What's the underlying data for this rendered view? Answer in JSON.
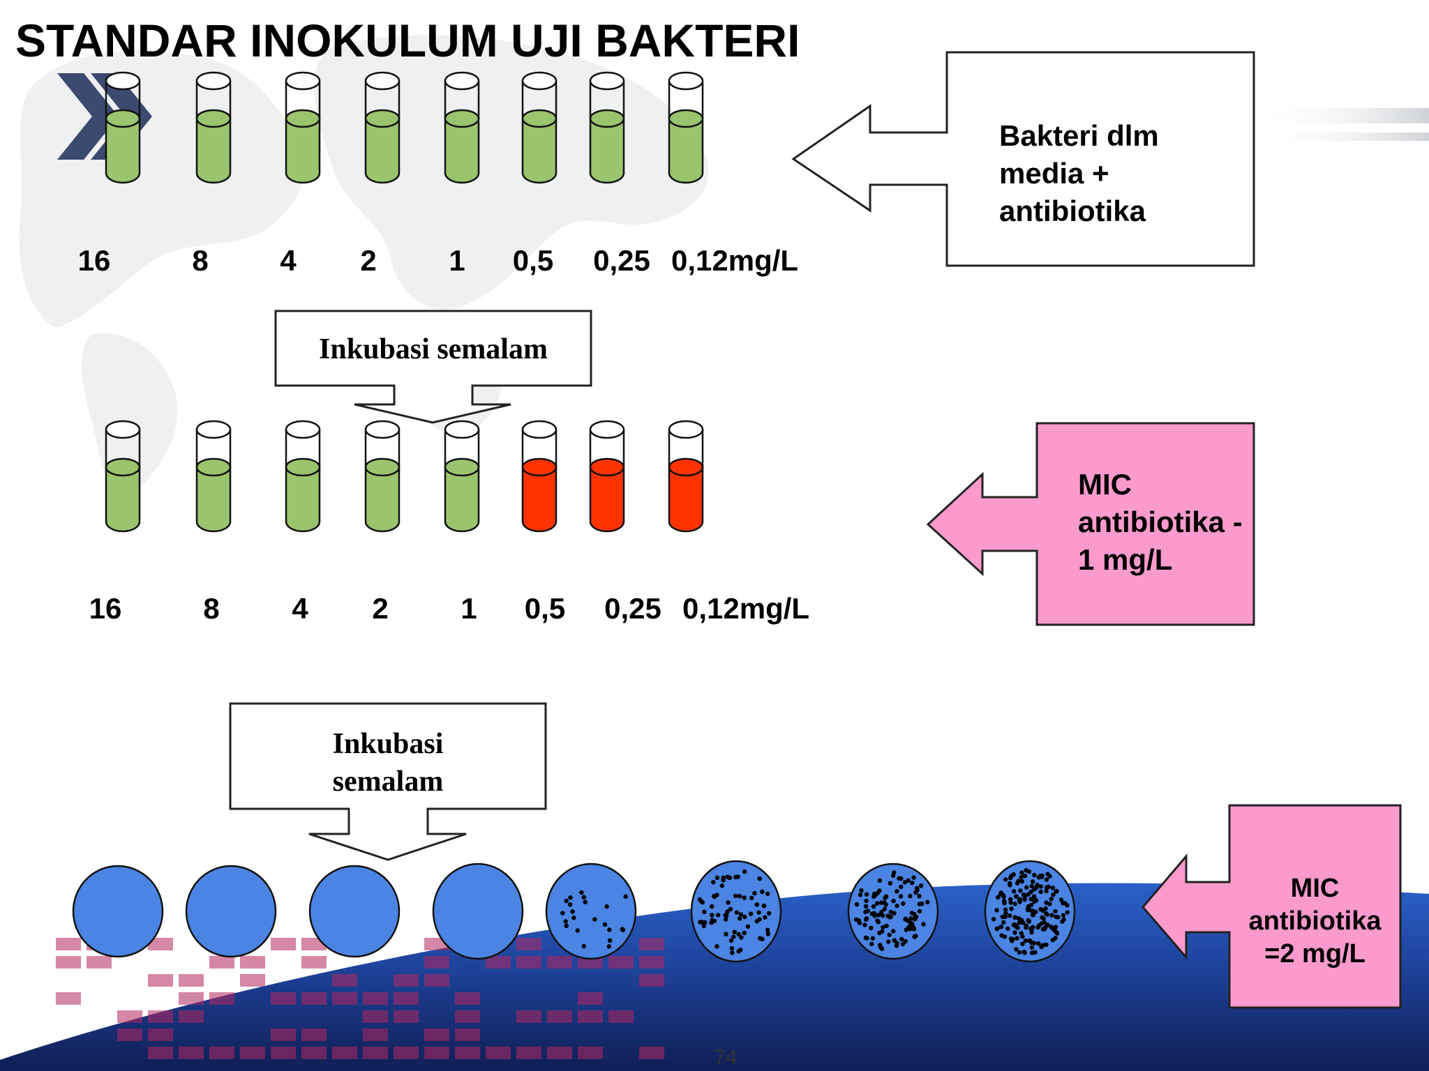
{
  "slide": {
    "title": "STANDAR INOKULUM UJI BAKTERI",
    "page_number": "74"
  },
  "colors": {
    "broth_green": "#9bc46e",
    "broth_red": "#ff3300",
    "plate_blue": "#4b84e2",
    "callout_pink": "#fa9acd",
    "chevron": "#3b4a6e"
  },
  "top_row": {
    "concentrations": [
      "16",
      "8",
      "4",
      "2",
      "1",
      "0,5",
      "0,25",
      "0,12mg/L"
    ],
    "tube_colors": [
      "green",
      "green",
      "green",
      "green",
      "green",
      "green",
      "green",
      "green"
    ]
  },
  "callout_top": {
    "lines": [
      "Bakteri dlm",
      "media +",
      "antibiotika"
    ]
  },
  "incubation_1": {
    "label": "Inkubasi semalam"
  },
  "middle_row": {
    "concentrations": [
      "16",
      "8",
      "4",
      "2",
      "1",
      "0,5",
      "0,25",
      "0,12mg/L"
    ],
    "tube_colors": [
      "green",
      "green",
      "green",
      "green",
      "green",
      "red",
      "red",
      "red"
    ]
  },
  "callout_mid": {
    "lines": [
      "MIC",
      "antibiotika -",
      "1 mg/L"
    ]
  },
  "incubation_2": {
    "lines": [
      "Inkubasi",
      "semalam"
    ]
  },
  "plates": {
    "colony_levels": [
      "none",
      "none",
      "none",
      "none",
      "sparse",
      "moderate",
      "heavy",
      "very-heavy"
    ]
  },
  "callout_bottom": {
    "lines": [
      "MIC",
      "antibiotika",
      "=2 mg/L"
    ]
  }
}
